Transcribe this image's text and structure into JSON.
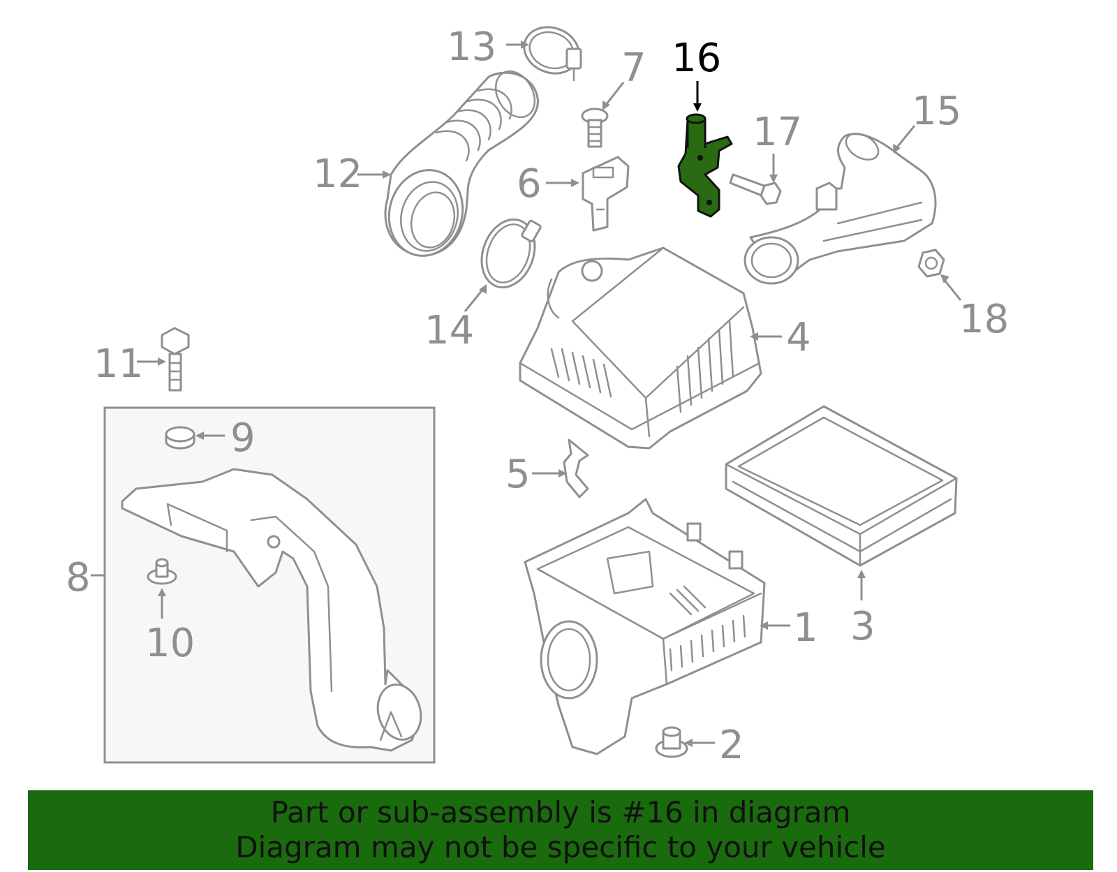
{
  "colors": {
    "banner_bg": "#1a6b0d",
    "highlight_part": "#2a6a12",
    "line_gray": "#8f8f8f",
    "subassembly_box_bg": "#f7f7f7"
  },
  "highlighted_part": "16",
  "callouts": [
    {
      "id": "c1",
      "label": "1"
    },
    {
      "id": "c2",
      "label": "2"
    },
    {
      "id": "c3",
      "label": "3"
    },
    {
      "id": "c4",
      "label": "4"
    },
    {
      "id": "c5",
      "label": "5"
    },
    {
      "id": "c6",
      "label": "6"
    },
    {
      "id": "c7",
      "label": "7"
    },
    {
      "id": "c8",
      "label": "8"
    },
    {
      "id": "c9",
      "label": "9"
    },
    {
      "id": "c10",
      "label": "10"
    },
    {
      "id": "c11",
      "label": "11"
    },
    {
      "id": "c12",
      "label": "12"
    },
    {
      "id": "c13",
      "label": "13"
    },
    {
      "id": "c14",
      "label": "14"
    },
    {
      "id": "c15",
      "label": "15"
    },
    {
      "id": "c16",
      "label": "16"
    },
    {
      "id": "c17",
      "label": "17"
    },
    {
      "id": "c18",
      "label": "18"
    }
  ],
  "banner": {
    "line1": "Part or sub-assembly is #16 in diagram",
    "line2": "Diagram may not be specific to your vehicle"
  }
}
